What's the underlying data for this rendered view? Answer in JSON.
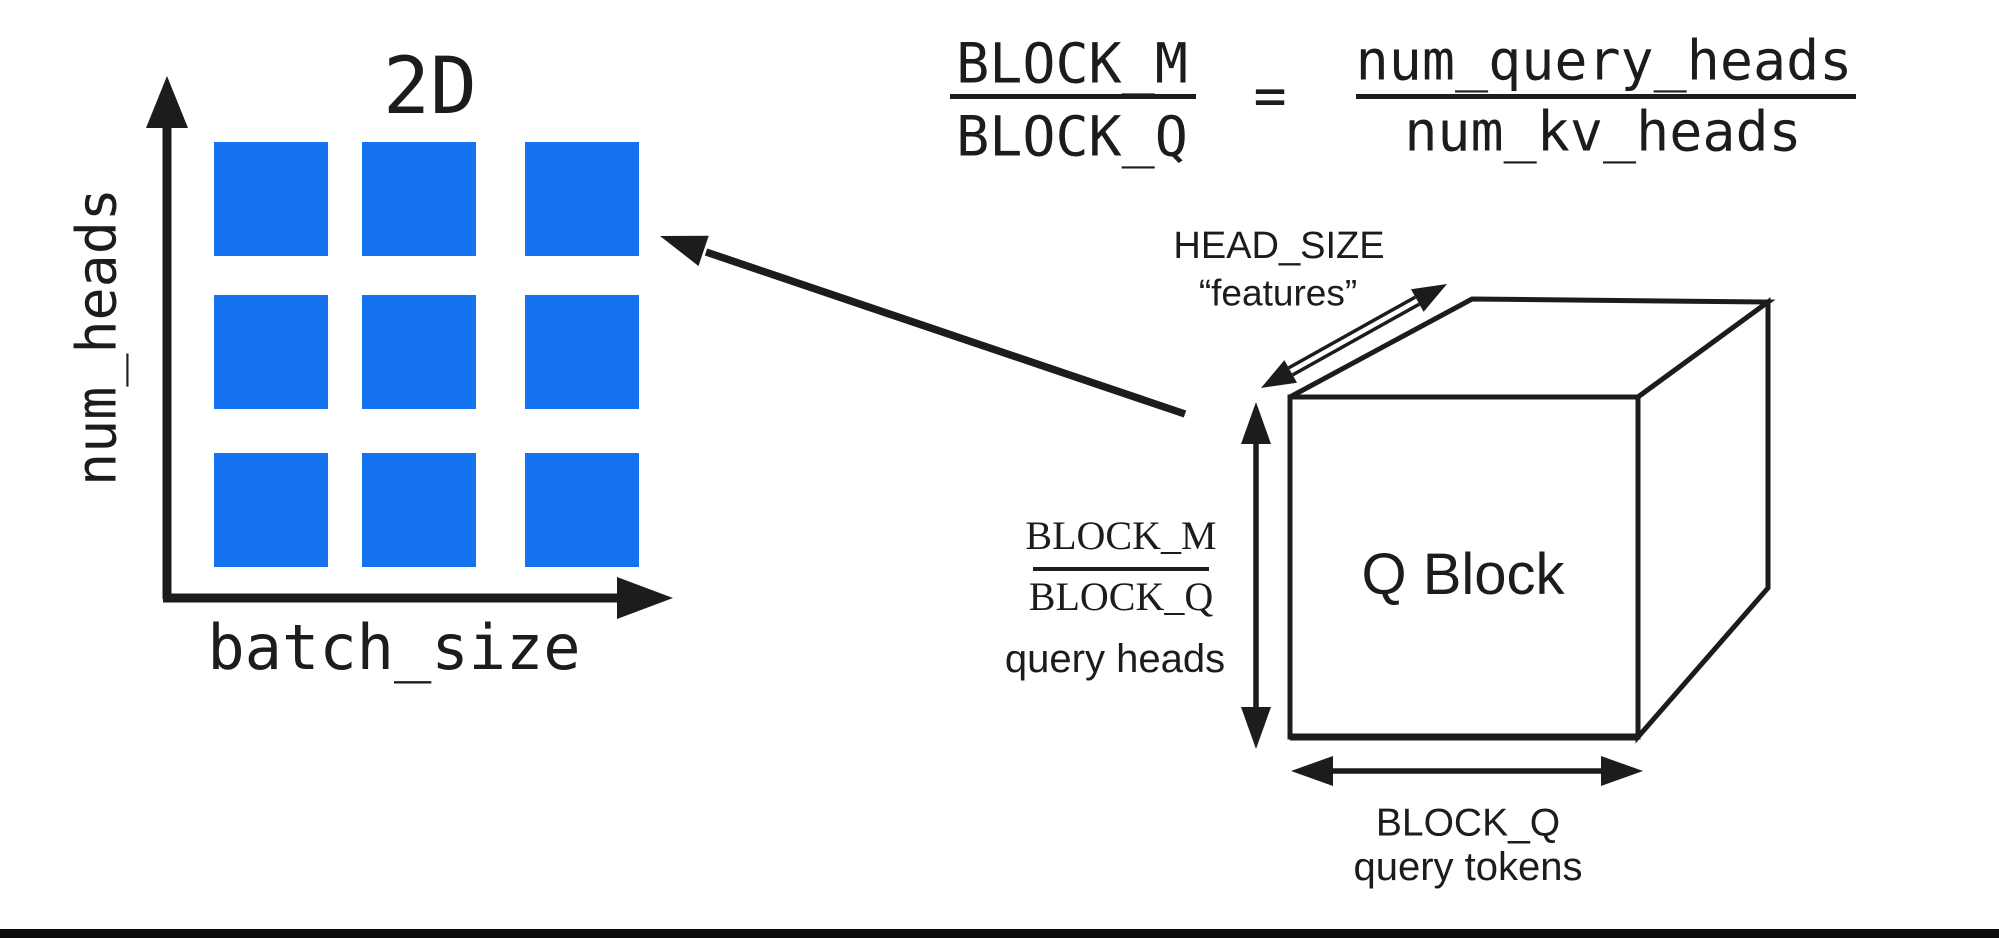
{
  "colors": {
    "block_blue": "#1673F0",
    "ink": "#1c1c1c"
  },
  "left_diagram": {
    "title": "2D",
    "y_axis_label": "num_heads",
    "x_axis_label": "batch_size",
    "grid": {
      "rows": 3,
      "cols": 3
    }
  },
  "equation": {
    "lhs_numerator": "BLOCK_M",
    "lhs_denominator": "BLOCK_Q",
    "equals": "=",
    "rhs_numerator": "num_query_heads",
    "rhs_denominator": "num_kv_heads"
  },
  "cube": {
    "label": "Q Block",
    "depth_dim": {
      "line1": "HEAD_SIZE",
      "line2": "“features”"
    },
    "height_dim": {
      "numerator": "BLOCK_M",
      "denominator": "BLOCK_Q",
      "caption": "query heads"
    },
    "width_dim": {
      "line1": "BLOCK_Q",
      "line2": "query tokens"
    }
  }
}
